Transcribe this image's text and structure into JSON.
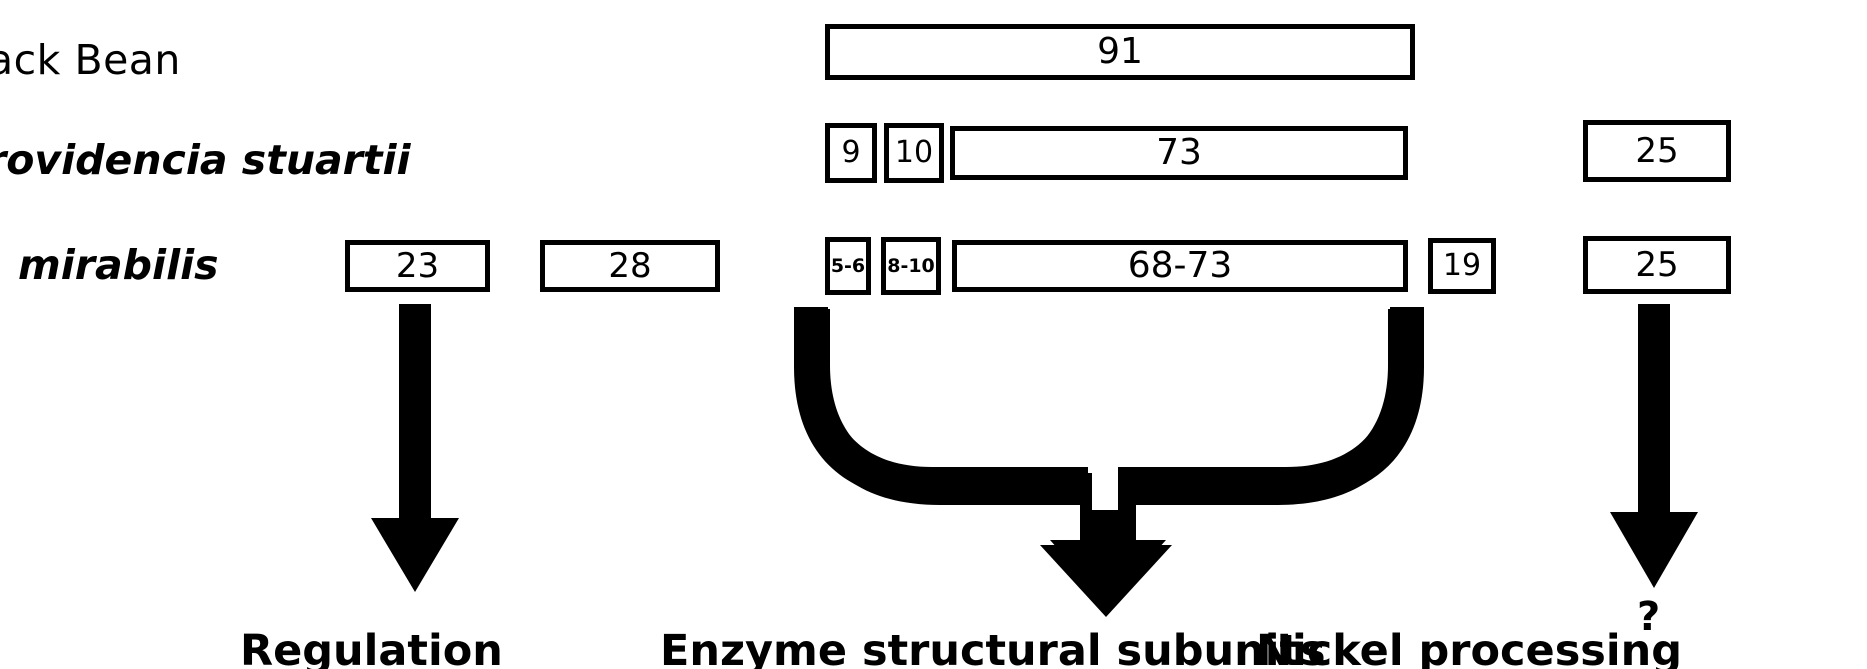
{
  "figure": {
    "type": "gene-cluster-comparison-diagram",
    "background_color": "#ffffff",
    "line_color": "#000000"
  },
  "rows": [
    {
      "label": "ack Bean",
      "label_full_inferred": "Jack Bean",
      "label_style": "plain",
      "boxes": [
        {
          "value": "91",
          "size": "big"
        }
      ]
    },
    {
      "label": "rovidencia stuartii",
      "label_style": "italic",
      "boxes": [
        {
          "value": "9",
          "size": "small"
        },
        {
          "value": "10",
          "size": "small"
        },
        {
          "value": "73",
          "size": "big"
        },
        {
          "value": "25",
          "size": "mid"
        }
      ]
    },
    {
      "label": "mirabilis",
      "label_style": "italic",
      "boxes": [
        {
          "value": "23",
          "size": "mid"
        },
        {
          "value": "28",
          "size": "mid"
        },
        {
          "value": "5-6",
          "size": "tiny"
        },
        {
          "value": "8-10",
          "size": "tiny"
        },
        {
          "value": "68-73",
          "size": "big"
        },
        {
          "value": "19",
          "size": "small"
        },
        {
          "value": "25",
          "size": "mid"
        }
      ]
    }
  ],
  "captions": {
    "regulation": "Regulation",
    "enzyme_subunits": "Enzyme structural subunits",
    "nickel_processing": "Nickel processing",
    "nickel_uncertainty_marker": "?"
  },
  "arrows": {
    "left": "down-arrow",
    "center": "brace-to-down-arrow",
    "right": "down-arrow"
  }
}
